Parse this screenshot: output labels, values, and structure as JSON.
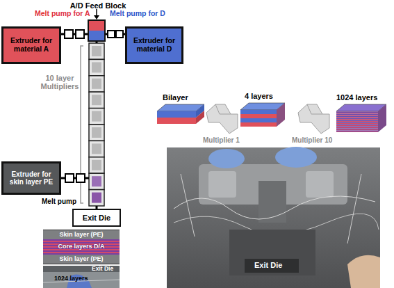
{
  "diagram": {
    "nodes": [
      {
        "text": [
          "Extruder for material A"
        ]
      },
      {
        "text": [
          "A/D Feed Block"
        ]
      },
      {
        "text": [
          "Extruder for material D"
        ]
      },
      {
        "text": [
          "10 layer Multipliers"
        ]
      },
      {
        "text": [
          "Extruder for skin layer PE"
        ]
      },
      {
        "text": [
          "Exit Die"
        ]
      },
      {
        "text": [
          "Skin layer (PE)"
        ]
      },
      {
        "text": [
          "Core layers D/A"
        ]
      },
      {
        "text": [
          "Skin layer (PE)"
        ]
      }
    ],
    "edges": [
      {
        "from": 0,
        "to": 1,
        "arrow": "none"
      },
      {
        "from": 2,
        "to": 1,
        "arrow": "none"
      },
      {
        "from": 1,
        "to": 3,
        "arrow": "none"
      },
      {
        "from": 4,
        "to": 3,
        "arrow": "none"
      },
      {
        "from": 3,
        "to": 5,
        "arrow": "none"
      }
    ],
    "labels": [
      "Melt pump for A",
      "Melt pump for D",
      "Melt pump",
      "Bilayer",
      "Multiplier 1",
      "4 layers",
      "Multiplier 10",
      "1024 layers",
      "Exit Die",
      "1024 layers",
      "Exit Die"
    ]
  }
}
